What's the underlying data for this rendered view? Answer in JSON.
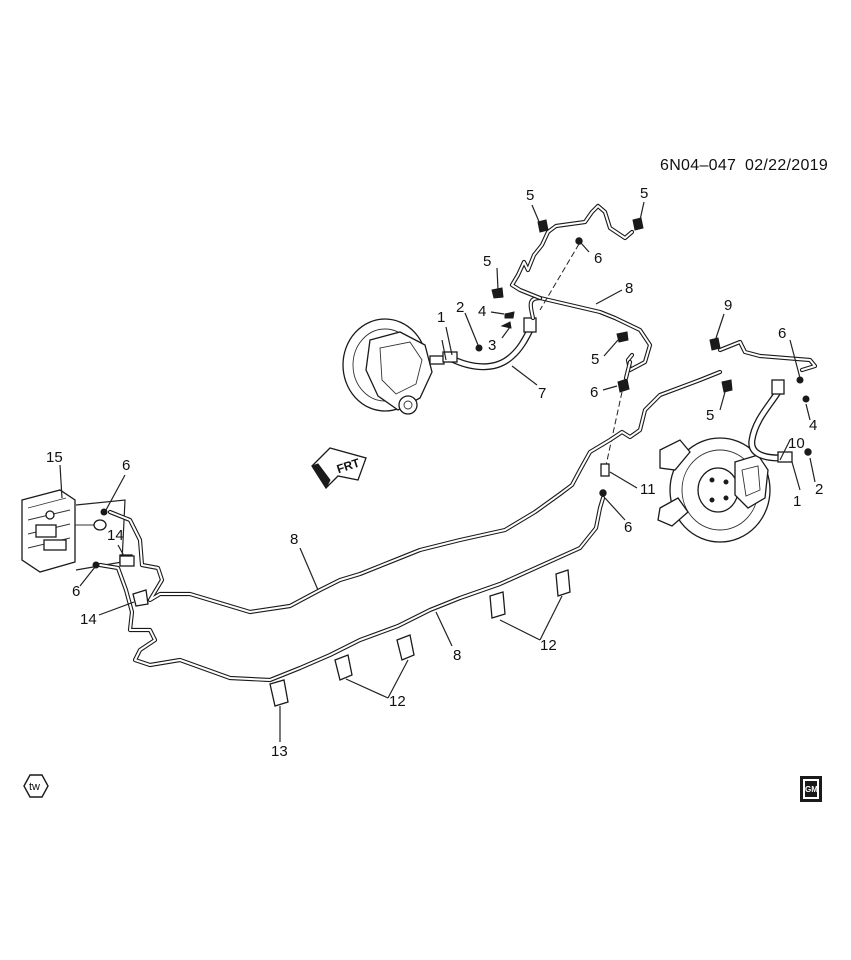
{
  "diagram": {
    "reference_code": "6N04–047",
    "reference_date": "02/22/2019",
    "front_arrow_label": "FRT",
    "tw_badge": "tw",
    "gm_logo": "GM",
    "callouts": [
      {
        "id": "c-5a",
        "text": "5"
      },
      {
        "id": "c-5b",
        "text": "5"
      },
      {
        "id": "c-5c",
        "text": "5"
      },
      {
        "id": "c-6a",
        "text": "6"
      },
      {
        "id": "c-8a",
        "text": "8"
      },
      {
        "id": "c-2a",
        "text": "2"
      },
      {
        "id": "c-1a",
        "text": "1"
      },
      {
        "id": "c-4a",
        "text": "4"
      },
      {
        "id": "c-3",
        "text": "3"
      },
      {
        "id": "c-9",
        "text": "9"
      },
      {
        "id": "c-6b",
        "text": "6"
      },
      {
        "id": "c-5d",
        "text": "5"
      },
      {
        "id": "c-7",
        "text": "7"
      },
      {
        "id": "c-6c",
        "text": "6"
      },
      {
        "id": "c-5e",
        "text": "5"
      },
      {
        "id": "c-4b",
        "text": "4"
      },
      {
        "id": "c-10",
        "text": "10"
      },
      {
        "id": "c-15",
        "text": "15"
      },
      {
        "id": "c-6d",
        "text": "6"
      },
      {
        "id": "c-11",
        "text": "11"
      },
      {
        "id": "c-2b",
        "text": "2"
      },
      {
        "id": "c-1b",
        "text": "1"
      },
      {
        "id": "c-6e",
        "text": "6"
      },
      {
        "id": "c-14a",
        "text": "14"
      },
      {
        "id": "c-8b",
        "text": "8"
      },
      {
        "id": "c-6f",
        "text": "6"
      },
      {
        "id": "c-14b",
        "text": "14"
      },
      {
        "id": "c-12a",
        "text": "12"
      },
      {
        "id": "c-8c",
        "text": "8"
      },
      {
        "id": "c-12b",
        "text": "12"
      },
      {
        "id": "c-13",
        "text": "13"
      }
    ]
  }
}
